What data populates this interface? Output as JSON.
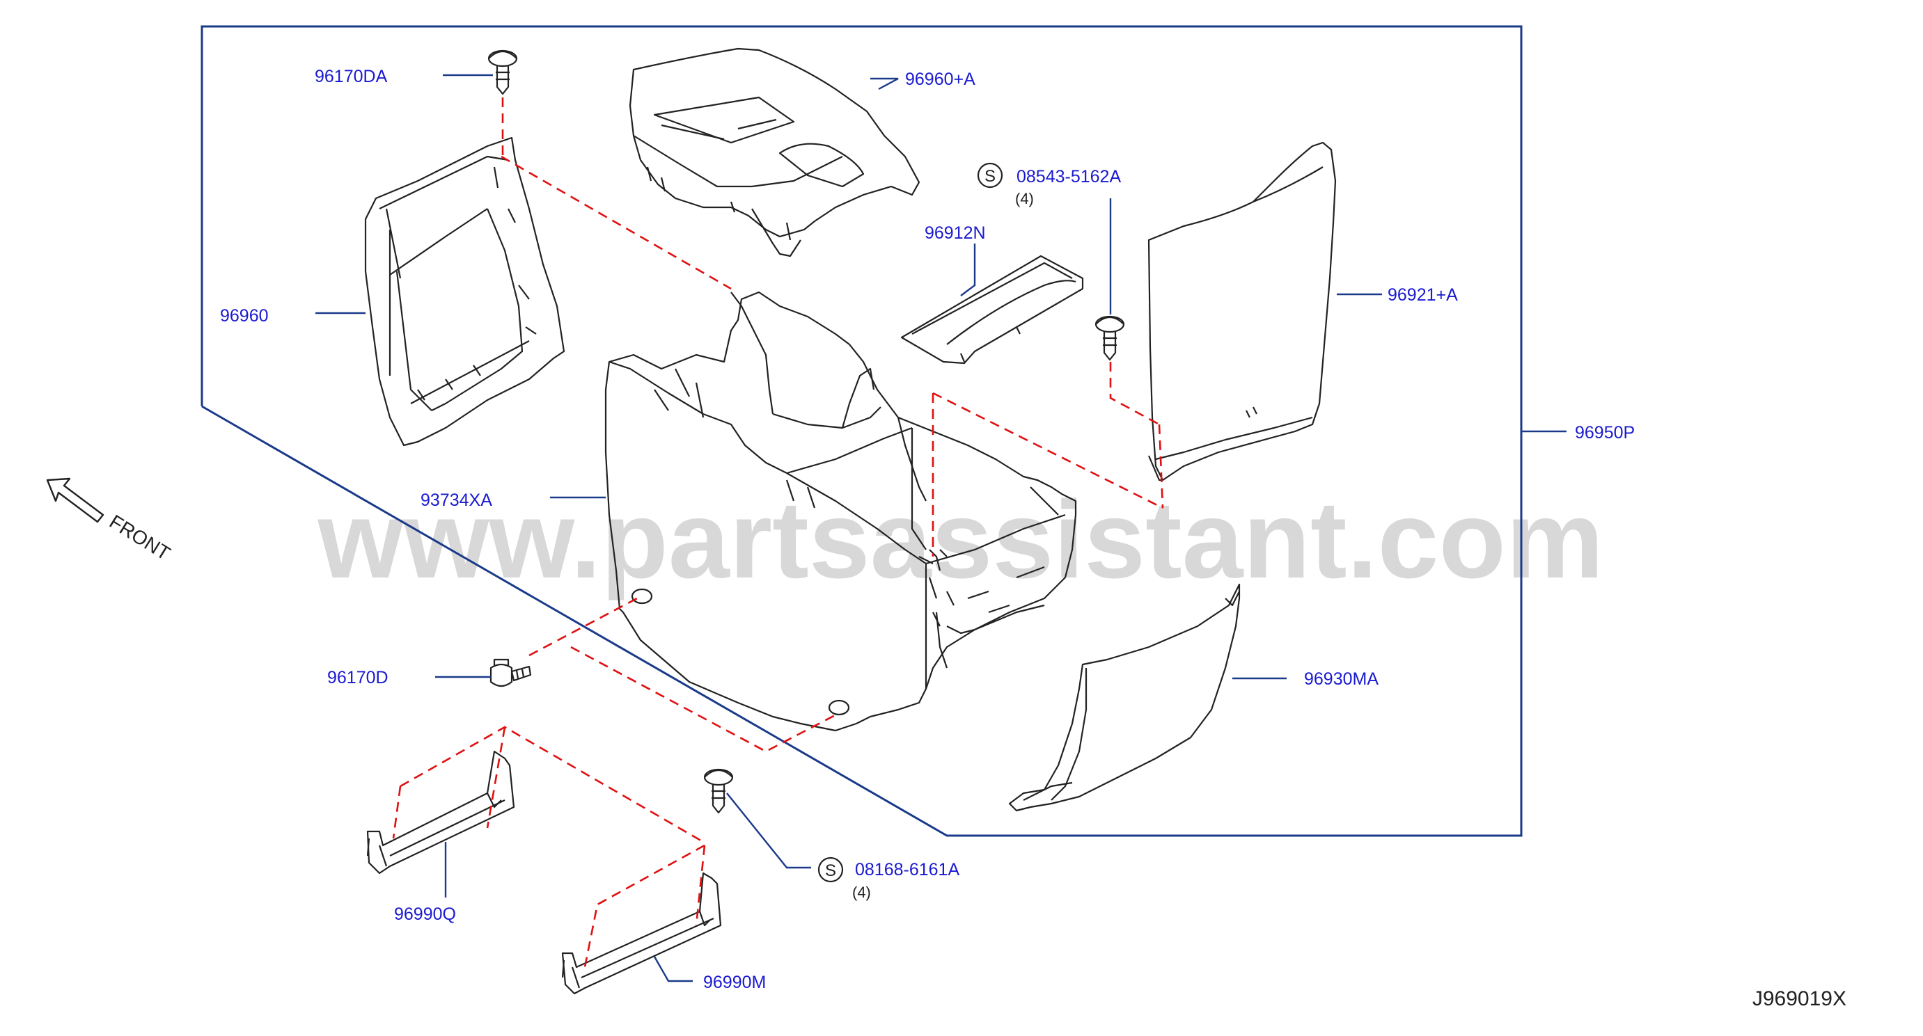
{
  "diagram": {
    "watermark": "www.partsassistant.com",
    "front_label": "FRONT",
    "drawing_id": "J969019X",
    "colors": {
      "label": "#1a1ad0",
      "leader": "#1a3a8a",
      "dashed": "#e01010",
      "outline": "#222222",
      "watermark": "#cfcfcf"
    },
    "parts": [
      {
        "id": "p1",
        "number": "96170DA"
      },
      {
        "id": "p2",
        "number": "96960+A"
      },
      {
        "id": "p3",
        "number": "08543-5162A",
        "symbol": "S",
        "qty": "(4)"
      },
      {
        "id": "p4",
        "number": "96912N"
      },
      {
        "id": "p5",
        "number": "96921+A"
      },
      {
        "id": "p6",
        "number": "96960"
      },
      {
        "id": "p7",
        "number": "96950P"
      },
      {
        "id": "p8",
        "number": "93734XA"
      },
      {
        "id": "p9",
        "number": "96170D"
      },
      {
        "id": "p10",
        "number": "96930MA"
      },
      {
        "id": "p11",
        "number": "08168-6161A",
        "symbol": "S",
        "qty": "(4)"
      },
      {
        "id": "p12",
        "number": "96990Q"
      },
      {
        "id": "p13",
        "number": "96990M"
      }
    ]
  }
}
